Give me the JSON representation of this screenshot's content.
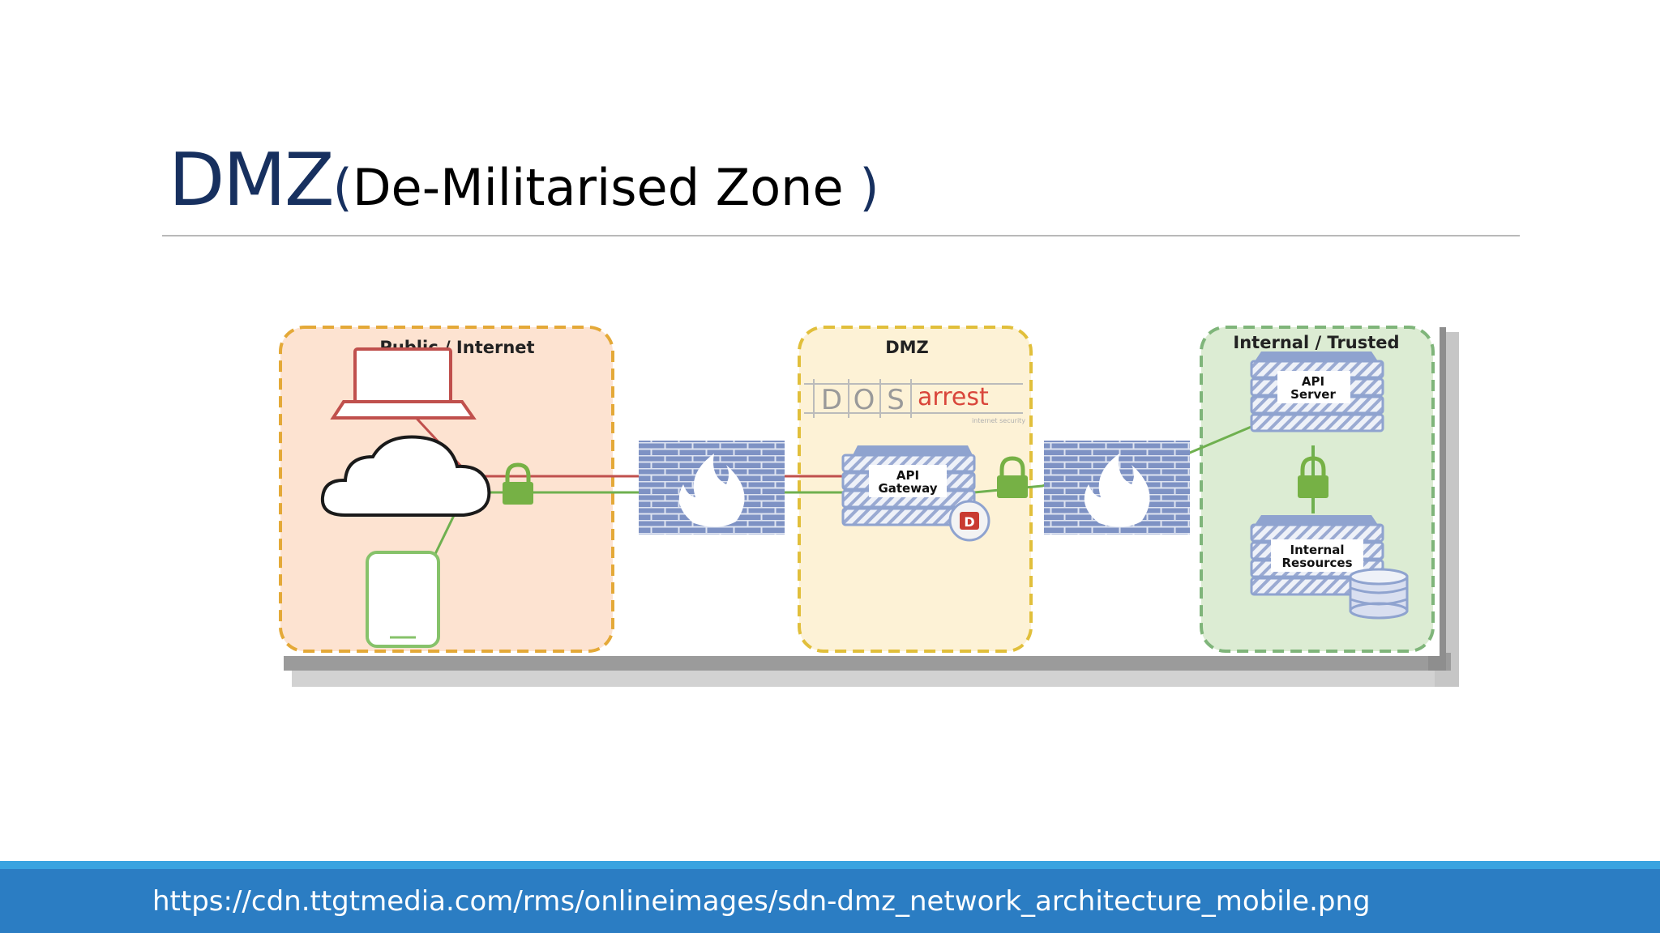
{
  "slide": {
    "title_main": "DMZ",
    "title_open": "(",
    "title_sub": "De-Militarised Zone ",
    "title_close": ")"
  },
  "diagram": {
    "zones": {
      "public": "Public / Internet",
      "dmz": "DMZ",
      "internal": "Internal / Trusted"
    },
    "dos_logo": {
      "letters": [
        "D",
        "O",
        "S"
      ],
      "word": "arrest",
      "tagline": "internet security"
    },
    "api_gateway": [
      "API",
      "Gateway"
    ],
    "api_server": [
      "API",
      "Server"
    ],
    "internal_resources": [
      "Internal",
      "Resources"
    ],
    "badge": "D",
    "colors": {
      "public_fill": "#fde3d1",
      "public_border": "#e4a938",
      "dmz_fill": "#fdf2d6",
      "dmz_border": "#e1bf3b",
      "internal_fill": "#dcecd3",
      "internal_border": "#7fb57a",
      "red_link": "#c0504d",
      "green_link": "#6fb04f",
      "firewall": "#7e92c4",
      "server": "#8fa3cf"
    },
    "icons": [
      "laptop-icon",
      "cloud-icon",
      "smartphone-icon",
      "padlock-icon",
      "firewall-icon",
      "server-icon",
      "database-icon"
    ]
  },
  "footer": {
    "url": "https://cdn.ttgtmedia.com/rms/onlineimages/sdn-dmz_network_architecture_mobile.png"
  }
}
